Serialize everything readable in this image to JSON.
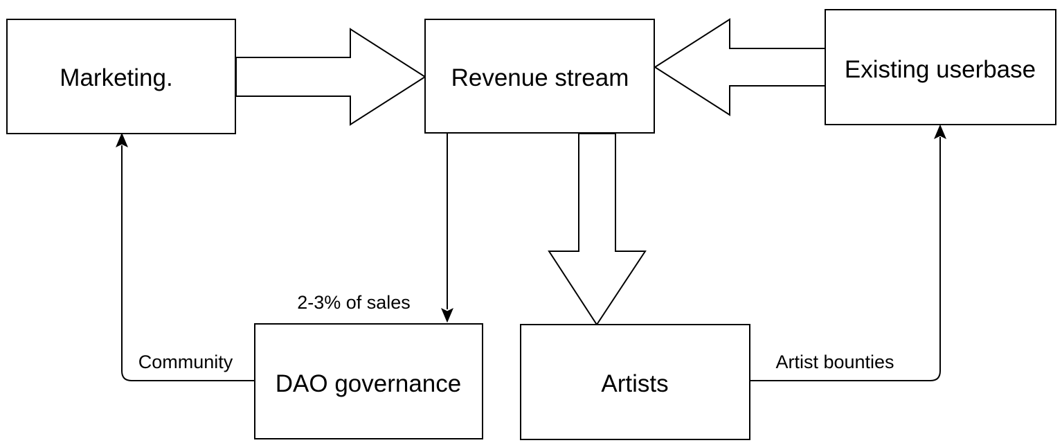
{
  "nodes": {
    "marketing": "Marketing.",
    "revenue_stream": "Revenue stream",
    "existing_userbase": "Existing userbase",
    "dao_governance": "DAO governance",
    "artists": "Artists"
  },
  "edges": {
    "revenue_to_dao": "2-3% of sales",
    "dao_to_marketing": "Community",
    "artists_to_userbase": "Artist bounties"
  }
}
